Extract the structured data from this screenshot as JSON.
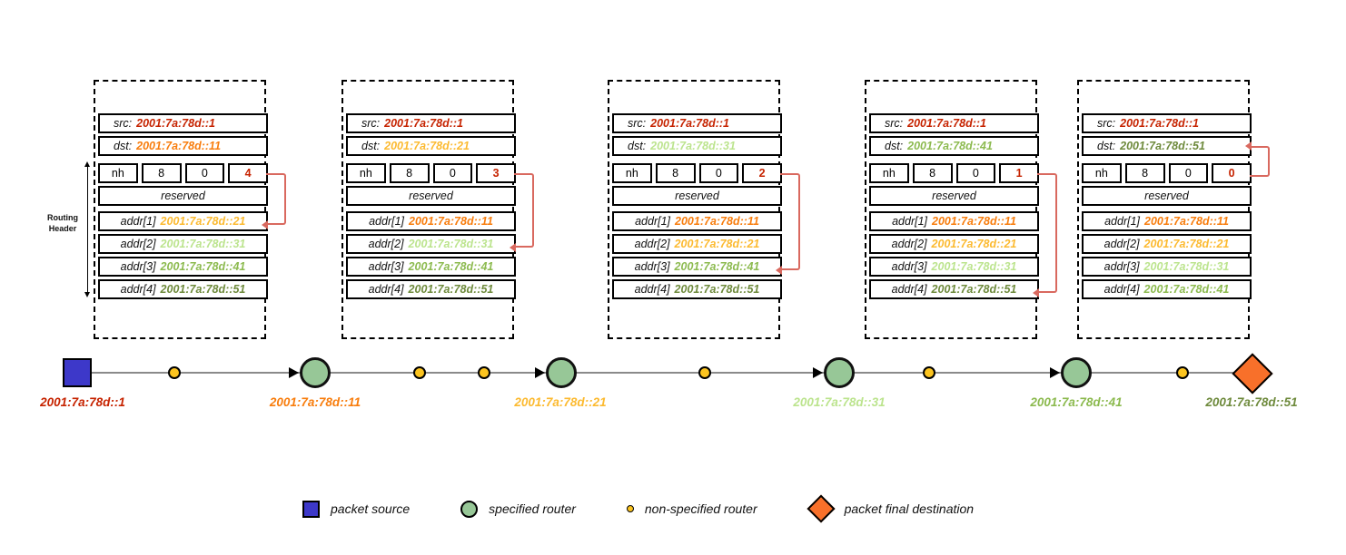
{
  "labels": {
    "src": "src:",
    "dst": "dst:",
    "reserved": "reserved",
    "routing_header_line1": "Routing",
    "routing_header_line2": "Header"
  },
  "colors": {
    "red": "#c62300",
    "orange": "#f87d0d",
    "amber": "#fcba30",
    "light_green": "#bce48e",
    "green": "#8cba4f",
    "olive": "#6e8a3c",
    "loop_arrow": "#d9695f",
    "source_blue": "#3d38c9",
    "router_green": "#97c797",
    "hop_yellow": "#fcc41f",
    "destination_orange": "#f8702a"
  },
  "packets": [
    {
      "src": "2001:7a:78d::1",
      "src_color": "#c62300",
      "dst": "2001:7a:78d::11",
      "dst_color": "#f87d0d",
      "next_header": "nh",
      "hdr_ext_len": "8",
      "routing_type": "0",
      "segments_left": "4",
      "segments_left_color": "#c62300",
      "reserved": "reserved",
      "addrs": [
        {
          "label": "addr[1]",
          "value": "2001:7a:78d::21",
          "color": "#fcba30"
        },
        {
          "label": "addr[2]",
          "value": "2001:7a:78d::31",
          "color": "#bce48e"
        },
        {
          "label": "addr[3]",
          "value": "2001:7a:78d::41",
          "color": "#8cba4f"
        },
        {
          "label": "addr[4]",
          "value": "2001:7a:78d::51",
          "color": "#6e8a3c"
        }
      ]
    },
    {
      "src": "2001:7a:78d::1",
      "src_color": "#c62300",
      "dst": "2001:7a:78d::21",
      "dst_color": "#fcba30",
      "next_header": "nh",
      "hdr_ext_len": "8",
      "routing_type": "0",
      "segments_left": "3",
      "segments_left_color": "#c62300",
      "reserved": "reserved",
      "addrs": [
        {
          "label": "addr[1]",
          "value": "2001:7a:78d::11",
          "color": "#f87d0d"
        },
        {
          "label": "addr[2]",
          "value": "2001:7a:78d::31",
          "color": "#bce48e"
        },
        {
          "label": "addr[3]",
          "value": "2001:7a:78d::41",
          "color": "#8cba4f"
        },
        {
          "label": "addr[4]",
          "value": "2001:7a:78d::51",
          "color": "#6e8a3c"
        }
      ]
    },
    {
      "src": "2001:7a:78d::1",
      "src_color": "#c62300",
      "dst": "2001:7a:78d::31",
      "dst_color": "#bce48e",
      "next_header": "nh",
      "hdr_ext_len": "8",
      "routing_type": "0",
      "segments_left": "2",
      "segments_left_color": "#c62300",
      "reserved": "reserved",
      "addrs": [
        {
          "label": "addr[1]",
          "value": "2001:7a:78d::11",
          "color": "#f87d0d"
        },
        {
          "label": "addr[2]",
          "value": "2001:7a:78d::21",
          "color": "#fcba30"
        },
        {
          "label": "addr[3]",
          "value": "2001:7a:78d::41",
          "color": "#8cba4f"
        },
        {
          "label": "addr[4]",
          "value": "2001:7a:78d::51",
          "color": "#6e8a3c"
        }
      ]
    },
    {
      "src": "2001:7a:78d::1",
      "src_color": "#c62300",
      "dst": "2001:7a:78d::41",
      "dst_color": "#8cba4f",
      "next_header": "nh",
      "hdr_ext_len": "8",
      "routing_type": "0",
      "segments_left": "1",
      "segments_left_color": "#c62300",
      "reserved": "reserved",
      "addrs": [
        {
          "label": "addr[1]",
          "value": "2001:7a:78d::11",
          "color": "#f87d0d"
        },
        {
          "label": "addr[2]",
          "value": "2001:7a:78d::21",
          "color": "#fcba30"
        },
        {
          "label": "addr[3]",
          "value": "2001:7a:78d::31",
          "color": "#bce48e"
        },
        {
          "label": "addr[4]",
          "value": "2001:7a:78d::51",
          "color": "#6e8a3c"
        }
      ]
    },
    {
      "src": "2001:7a:78d::1",
      "src_color": "#c62300",
      "dst": "2001:7a:78d::51",
      "dst_color": "#6e8a3c",
      "next_header": "nh",
      "hdr_ext_len": "8",
      "routing_type": "0",
      "segments_left": "0",
      "segments_left_color": "#c62300",
      "reserved": "reserved",
      "addrs": [
        {
          "label": "addr[1]",
          "value": "2001:7a:78d::11",
          "color": "#f87d0d"
        },
        {
          "label": "addr[2]",
          "value": "2001:7a:78d::21",
          "color": "#fcba30"
        },
        {
          "label": "addr[3]",
          "value": "2001:7a:78d::31",
          "color": "#bce48e"
        },
        {
          "label": "addr[4]",
          "value": "2001:7a:78d::41",
          "color": "#8cba4f"
        }
      ]
    }
  ],
  "path": {
    "nodes": [
      {
        "type": "packet source",
        "label": "2001:7a:78d::1",
        "label_color": "#c62300"
      },
      {
        "type": "specified router",
        "label": "2001:7a:78d::11",
        "label_color": "#f87d0d"
      },
      {
        "type": "specified router",
        "label": "2001:7a:78d::21",
        "label_color": "#fcba30"
      },
      {
        "type": "specified router",
        "label": "2001:7a:78d::31",
        "label_color": "#bce48e"
      },
      {
        "type": "specified router",
        "label": "2001:7a:78d::41",
        "label_color": "#8cba4f"
      },
      {
        "type": "packet final destination",
        "label": "2001:7a:78d::51",
        "label_color": "#6e8a3c"
      }
    ],
    "non_specified_router_count": 6
  },
  "legend": {
    "items": [
      {
        "icon": "square-icon",
        "label": "packet source"
      },
      {
        "icon": "circle-icon",
        "label": "specified router"
      },
      {
        "icon": "dot-icon",
        "label": "non-specified router"
      },
      {
        "icon": "diamond-icon",
        "label": "packet final destination"
      }
    ]
  }
}
